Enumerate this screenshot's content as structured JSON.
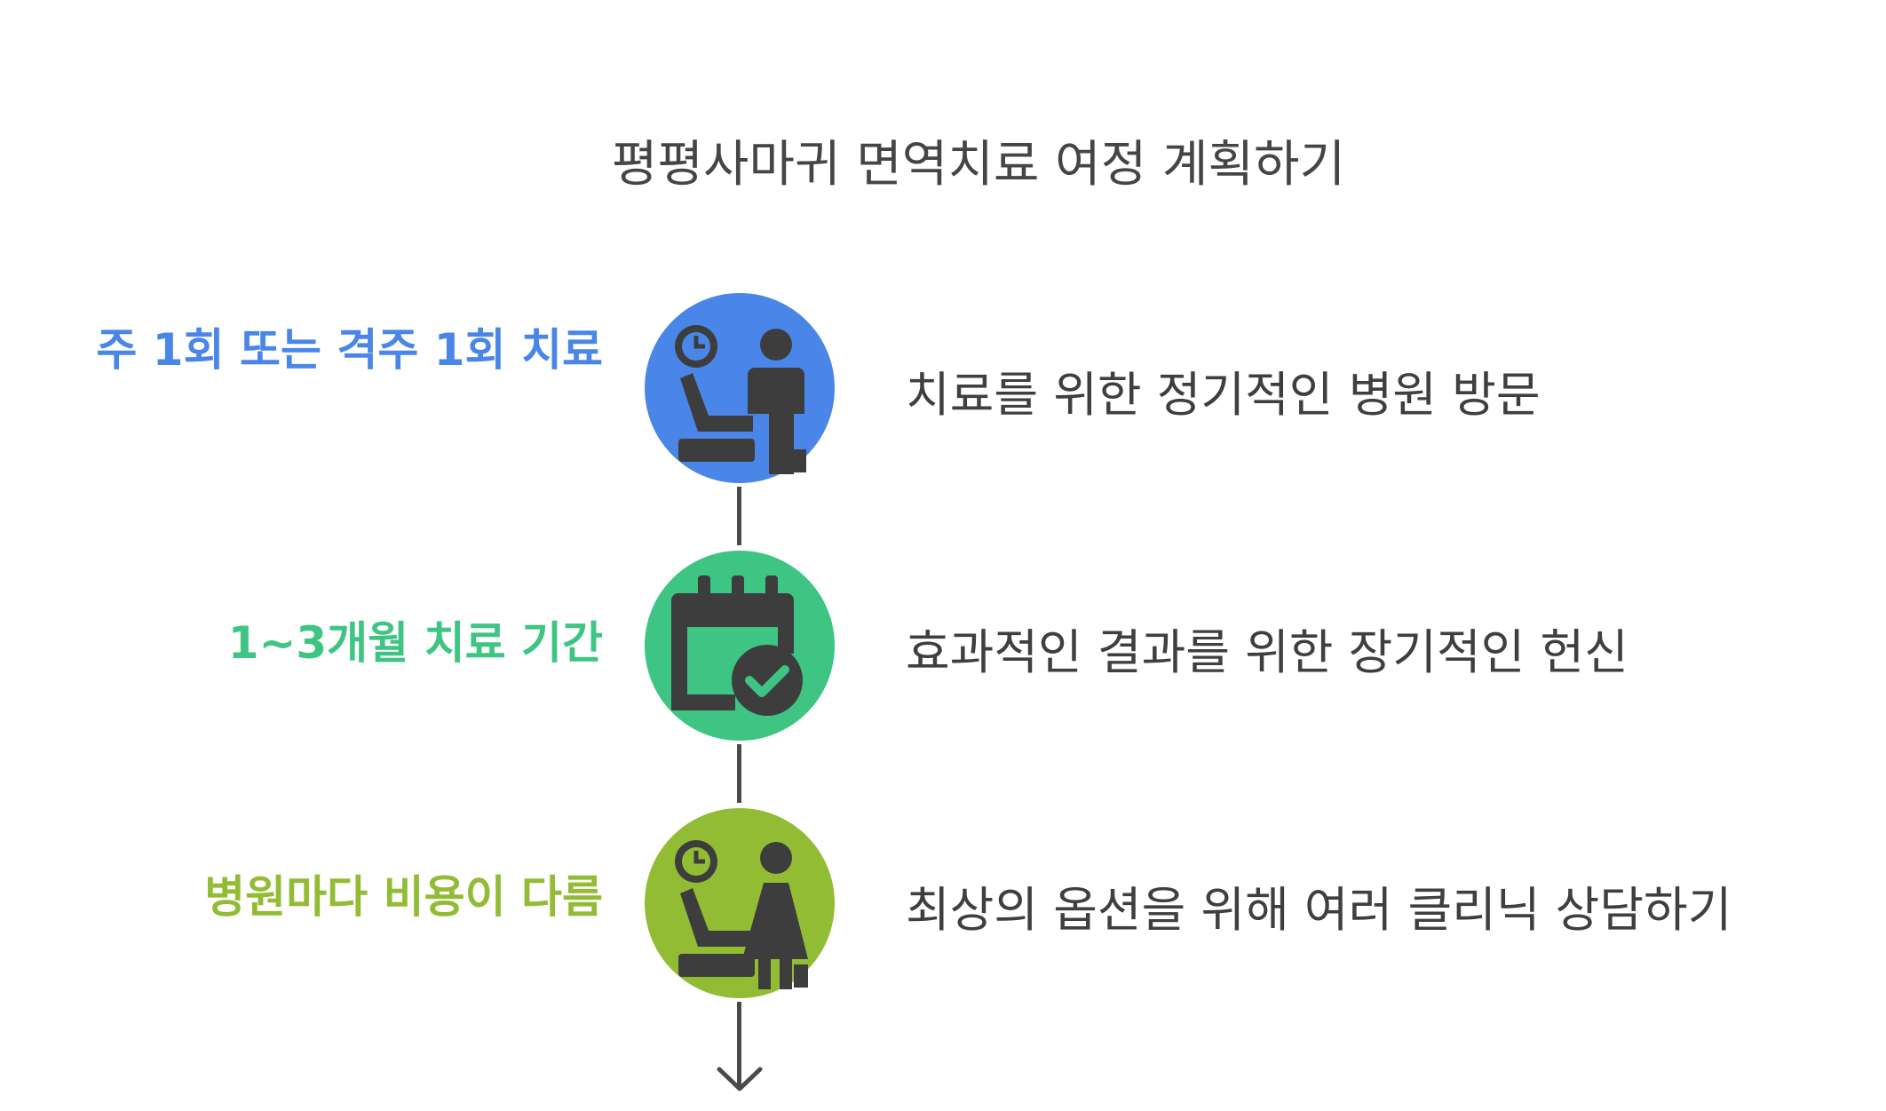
{
  "title": "평평사마귀 면역치료 여정 계획하기",
  "steps": [
    {
      "label": "주 1회 또는 격주 1회 치료",
      "description": "치료를 위한 정기적인 병원 방문",
      "color": "#4a86e8",
      "icon": "waiting-room-icon"
    },
    {
      "label": "1~3개월 치료 기간",
      "description": "효과적인 결과를 위한 장기적인 헌신",
      "color": "#3ec483",
      "icon": "calendar-check-icon"
    },
    {
      "label": "병원마다 비용이 다름",
      "description": "최상의 옵션을 위해 여러 클리닉 상담하기",
      "color": "#93bc35",
      "icon": "clinic-consultation-icon"
    }
  ]
}
